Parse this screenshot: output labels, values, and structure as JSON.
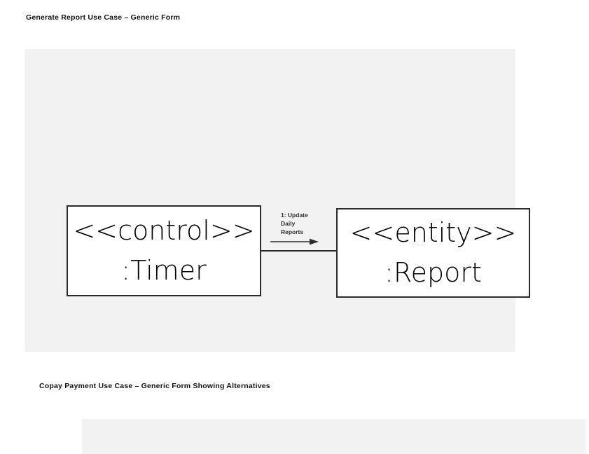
{
  "document": {
    "figures": [
      {
        "caption": "Generate Report Use Case – Generic Form",
        "objects": [
          {
            "stereotype": "<<control>>",
            "instance": ":Timer"
          },
          {
            "stereotype": "<<entity>>",
            "instance": ":Report"
          }
        ],
        "message": {
          "label": "1: Update\nDaily\nReports",
          "sequence_number": "1",
          "name": "Update Daily Reports",
          "direction": "left-to-right",
          "arrow_icon": "right-arrow-icon"
        }
      },
      {
        "caption": "Copay Payment Use Case – Generic Form Showing Alternatives"
      }
    ]
  },
  "colors": {
    "page_background": "#ffffff",
    "panel_background": "#f2f2f2",
    "box_background": "#ffffff",
    "box_border": "#2b2b2b",
    "text": "#000000",
    "caption_text": "#111111",
    "message_text": "#2d2d2d"
  }
}
